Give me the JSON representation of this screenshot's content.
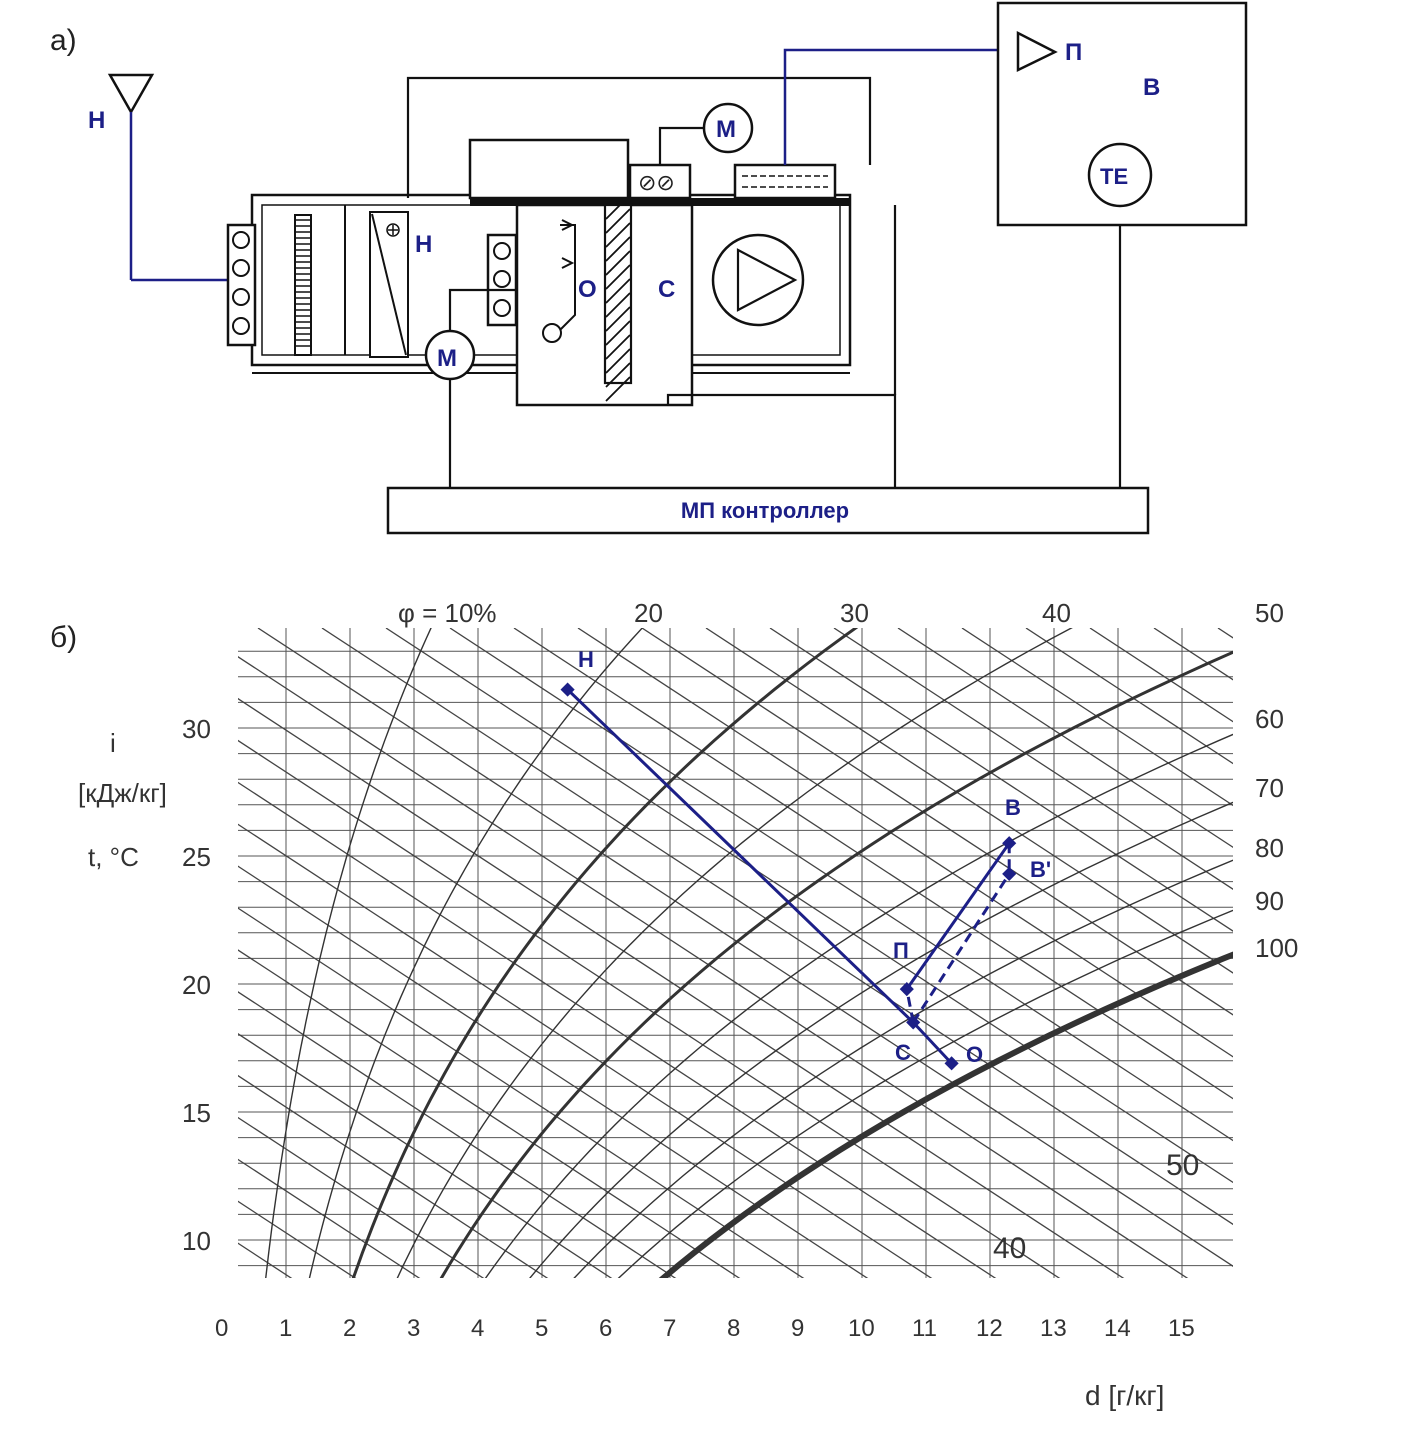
{
  "schematic": {
    "label": "а)",
    "outdoor_air": "Н",
    "heater": "Н",
    "cooler": "О",
    "fan_section": "С",
    "damper_motor_bottom": "М",
    "damper_motor_top": "М",
    "supply": "П",
    "room": "В",
    "temp_sensor": "ТЕ",
    "controller": "МП контроллер"
  },
  "chart": {
    "label": "б)",
    "y_label_i": "i",
    "y_label_i_unit": "[кДж/кг]",
    "y_label_t": "t, °C",
    "x_label": "d [г/кг]",
    "phi_first_label": "φ = 10%",
    "phi_labels": [
      "20",
      "30",
      "40",
      "50",
      "60",
      "70",
      "80",
      "90",
      "100"
    ],
    "enthalpy_labels": [
      "40",
      "50"
    ],
    "temp_ticks": [
      "10",
      "15",
      "20",
      "25",
      "30"
    ],
    "d_ticks": [
      "0",
      "1",
      "2",
      "3",
      "4",
      "5",
      "6",
      "7",
      "8",
      "9",
      "10",
      "11",
      "12",
      "13",
      "14",
      "15"
    ],
    "points": {
      "N": "Н",
      "S": "С",
      "O": "О",
      "P": "П",
      "V": "В",
      "V_prime": "В'"
    },
    "accent_color": "#1c1f87"
  },
  "chart_data": {
    "type": "line",
    "x_axis": "d [г/кг]",
    "y_axis": "t, °C",
    "xlim": [
      0,
      15.5
    ],
    "ylim": [
      8,
      34
    ],
    "grid": true,
    "process_points": [
      {
        "name": "Н",
        "d": 5.4,
        "t": 31.5
      },
      {
        "name": "С",
        "d": 10.8,
        "t": 18.5
      },
      {
        "name": "О",
        "d": 11.4,
        "t": 16.9
      },
      {
        "name": "П",
        "d": 10.7,
        "t": 19.8
      },
      {
        "name": "В",
        "d": 12.3,
        "t": 25.5
      },
      {
        "name": "В'",
        "d": 12.3,
        "t": 24.3
      }
    ],
    "process_lines": [
      {
        "from": "Н",
        "to": "С",
        "style": "solid"
      },
      {
        "from": "С",
        "to": "О",
        "style": "solid"
      },
      {
        "from": "П",
        "to": "В",
        "style": "solid"
      },
      {
        "from": "С",
        "to": "В'",
        "style": "dashed"
      },
      {
        "from": "В",
        "to": "В'",
        "style": "dashed"
      },
      {
        "from": "С",
        "to": "П",
        "style": "dashed"
      }
    ],
    "relative_humidity_curves": [
      10,
      20,
      30,
      40,
      50,
      60,
      70,
      80,
      90,
      100
    ]
  }
}
